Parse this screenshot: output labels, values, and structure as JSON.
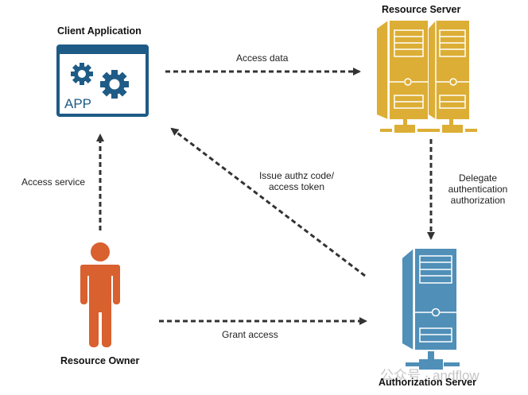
{
  "nodes": {
    "client": {
      "title": "Client Application",
      "icon_text": "APP",
      "color": "#1e5b86"
    },
    "resource_server": {
      "title": "Resource Server",
      "color": "#dcae35"
    },
    "auth_server": {
      "title": "Authorization Server",
      "color": "#4f8fb8"
    },
    "owner": {
      "title": "Resource Owner",
      "color": "#d9602f"
    }
  },
  "edges": [
    {
      "id": "access-data",
      "from": "client",
      "to": "resource_server",
      "label": "Access data"
    },
    {
      "id": "delegate",
      "from": "resource_server",
      "to": "auth_server",
      "label_lines": [
        "Delegate",
        "authentication",
        "authorization"
      ]
    },
    {
      "id": "issue",
      "from": "auth_server",
      "to": "client",
      "label_lines": [
        "Issue authz code/",
        "access token"
      ]
    },
    {
      "id": "access-service",
      "from": "owner",
      "to": "client",
      "label": "Access service"
    },
    {
      "id": "grant",
      "from": "owner",
      "to": "auth_server",
      "label": "Grant access"
    }
  ],
  "watermark": "公众号 · andflow",
  "arrow_color": "#333333"
}
